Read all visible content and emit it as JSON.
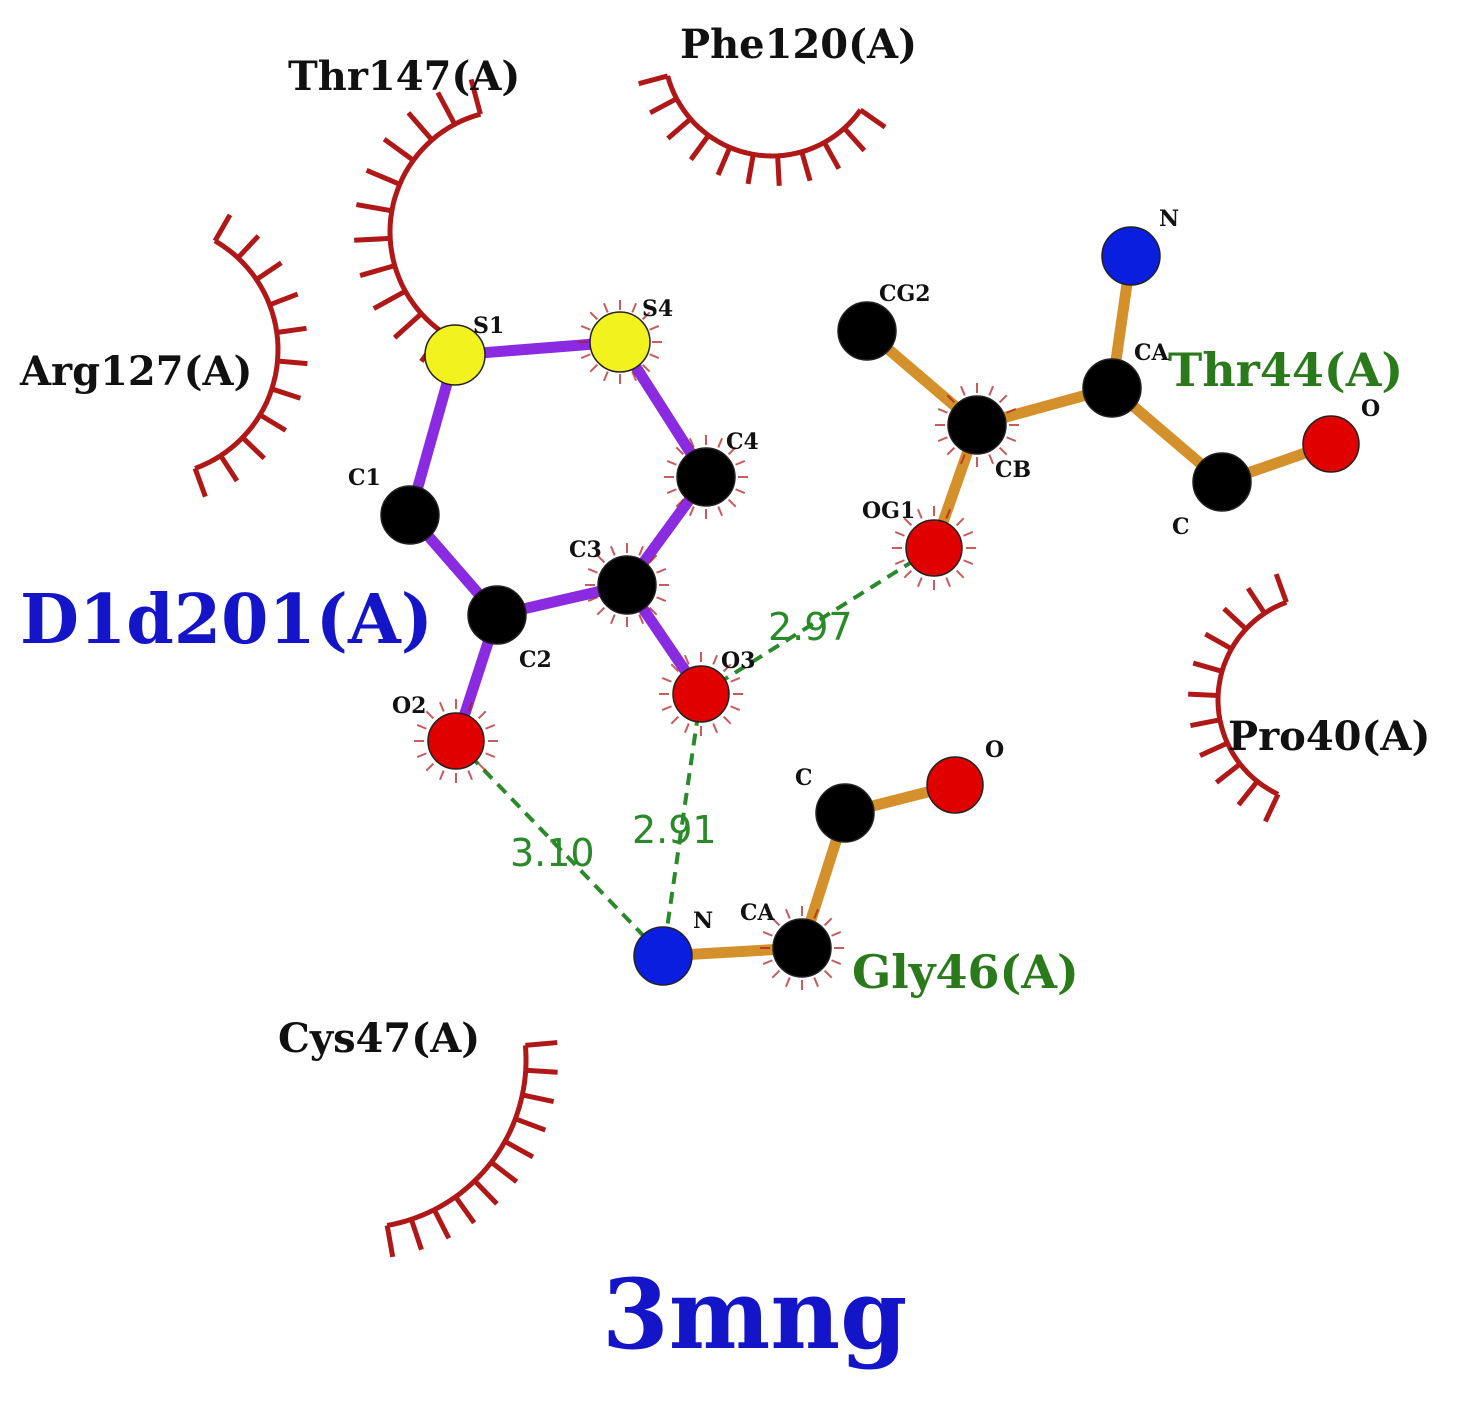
{
  "colors": {
    "ligand_bond": "#8a2be2",
    "residue_bond": "#d4902a",
    "hbond": "#2a8a2a",
    "hydrophobic_arc": "#b01818",
    "carbon": "#000000",
    "oxygen": "#e00000",
    "nitrogen": "#0a1ee0",
    "sulfur": "#f2f21e"
  },
  "pdb_id": "3mng",
  "ligand": {
    "name": "D1d201(A)",
    "atoms": [
      {
        "id": "S1",
        "label": "S1",
        "element": "S"
      },
      {
        "id": "S4",
        "label": "S4",
        "element": "S"
      },
      {
        "id": "C1",
        "label": "C1",
        "element": "C"
      },
      {
        "id": "C4",
        "label": "C4",
        "element": "C"
      },
      {
        "id": "C2",
        "label": "C2",
        "element": "C"
      },
      {
        "id": "C3",
        "label": "C3",
        "element": "C"
      },
      {
        "id": "O2",
        "label": "O2",
        "element": "O"
      },
      {
        "id": "O3",
        "label": "O3",
        "element": "O"
      }
    ],
    "bonds": [
      [
        "S1",
        "S4"
      ],
      [
        "S1",
        "C1"
      ],
      [
        "S4",
        "C4"
      ],
      [
        "C1",
        "C2"
      ],
      [
        "C2",
        "C3"
      ],
      [
        "C3",
        "C4"
      ],
      [
        "C2",
        "O2"
      ],
      [
        "C3",
        "O3"
      ]
    ]
  },
  "residues_hbond": [
    {
      "name": "Thr44(A)",
      "atoms": [
        {
          "id": "T_N",
          "label": "N",
          "element": "N"
        },
        {
          "id": "T_CA",
          "label": "CA",
          "element": "C"
        },
        {
          "id": "T_CB",
          "label": "CB",
          "element": "C"
        },
        {
          "id": "T_CG2",
          "label": "CG2",
          "element": "C"
        },
        {
          "id": "T_OG1",
          "label": "OG1",
          "element": "O"
        },
        {
          "id": "T_C",
          "label": "C",
          "element": "C"
        },
        {
          "id": "T_O",
          "label": "O",
          "element": "O"
        }
      ],
      "bonds": [
        [
          "T_N",
          "T_CA"
        ],
        [
          "T_CA",
          "T_CB"
        ],
        [
          "T_CB",
          "T_CG2"
        ],
        [
          "T_CB",
          "T_OG1"
        ],
        [
          "T_CA",
          "T_C"
        ],
        [
          "T_C",
          "T_O"
        ]
      ]
    },
    {
      "name": "Gly46(A)",
      "atoms": [
        {
          "id": "G_N",
          "label": "N",
          "element": "N"
        },
        {
          "id": "G_CA",
          "label": "CA",
          "element": "C"
        },
        {
          "id": "G_C",
          "label": "C",
          "element": "C"
        },
        {
          "id": "G_O",
          "label": "O",
          "element": "O"
        }
      ],
      "bonds": [
        [
          "G_N",
          "G_CA"
        ],
        [
          "G_CA",
          "G_C"
        ],
        [
          "G_C",
          "G_O"
        ]
      ]
    }
  ],
  "hbonds": [
    {
      "from": "O3",
      "to": "T_OG1",
      "distance": "2.97"
    },
    {
      "from": "O3",
      "to": "G_N",
      "distance": "2.91"
    },
    {
      "from": "O2",
      "to": "G_N",
      "distance": "3.10"
    }
  ],
  "hydrophobic_contacts": [
    {
      "id": "phe120",
      "name": "Phe120(A)"
    },
    {
      "id": "thr147",
      "name": "Thr147(A)"
    },
    {
      "id": "arg127",
      "name": "Arg127(A)"
    },
    {
      "id": "pro40",
      "name": "Pro40(A)"
    },
    {
      "id": "cys47",
      "name": "Cys47(A)"
    }
  ]
}
